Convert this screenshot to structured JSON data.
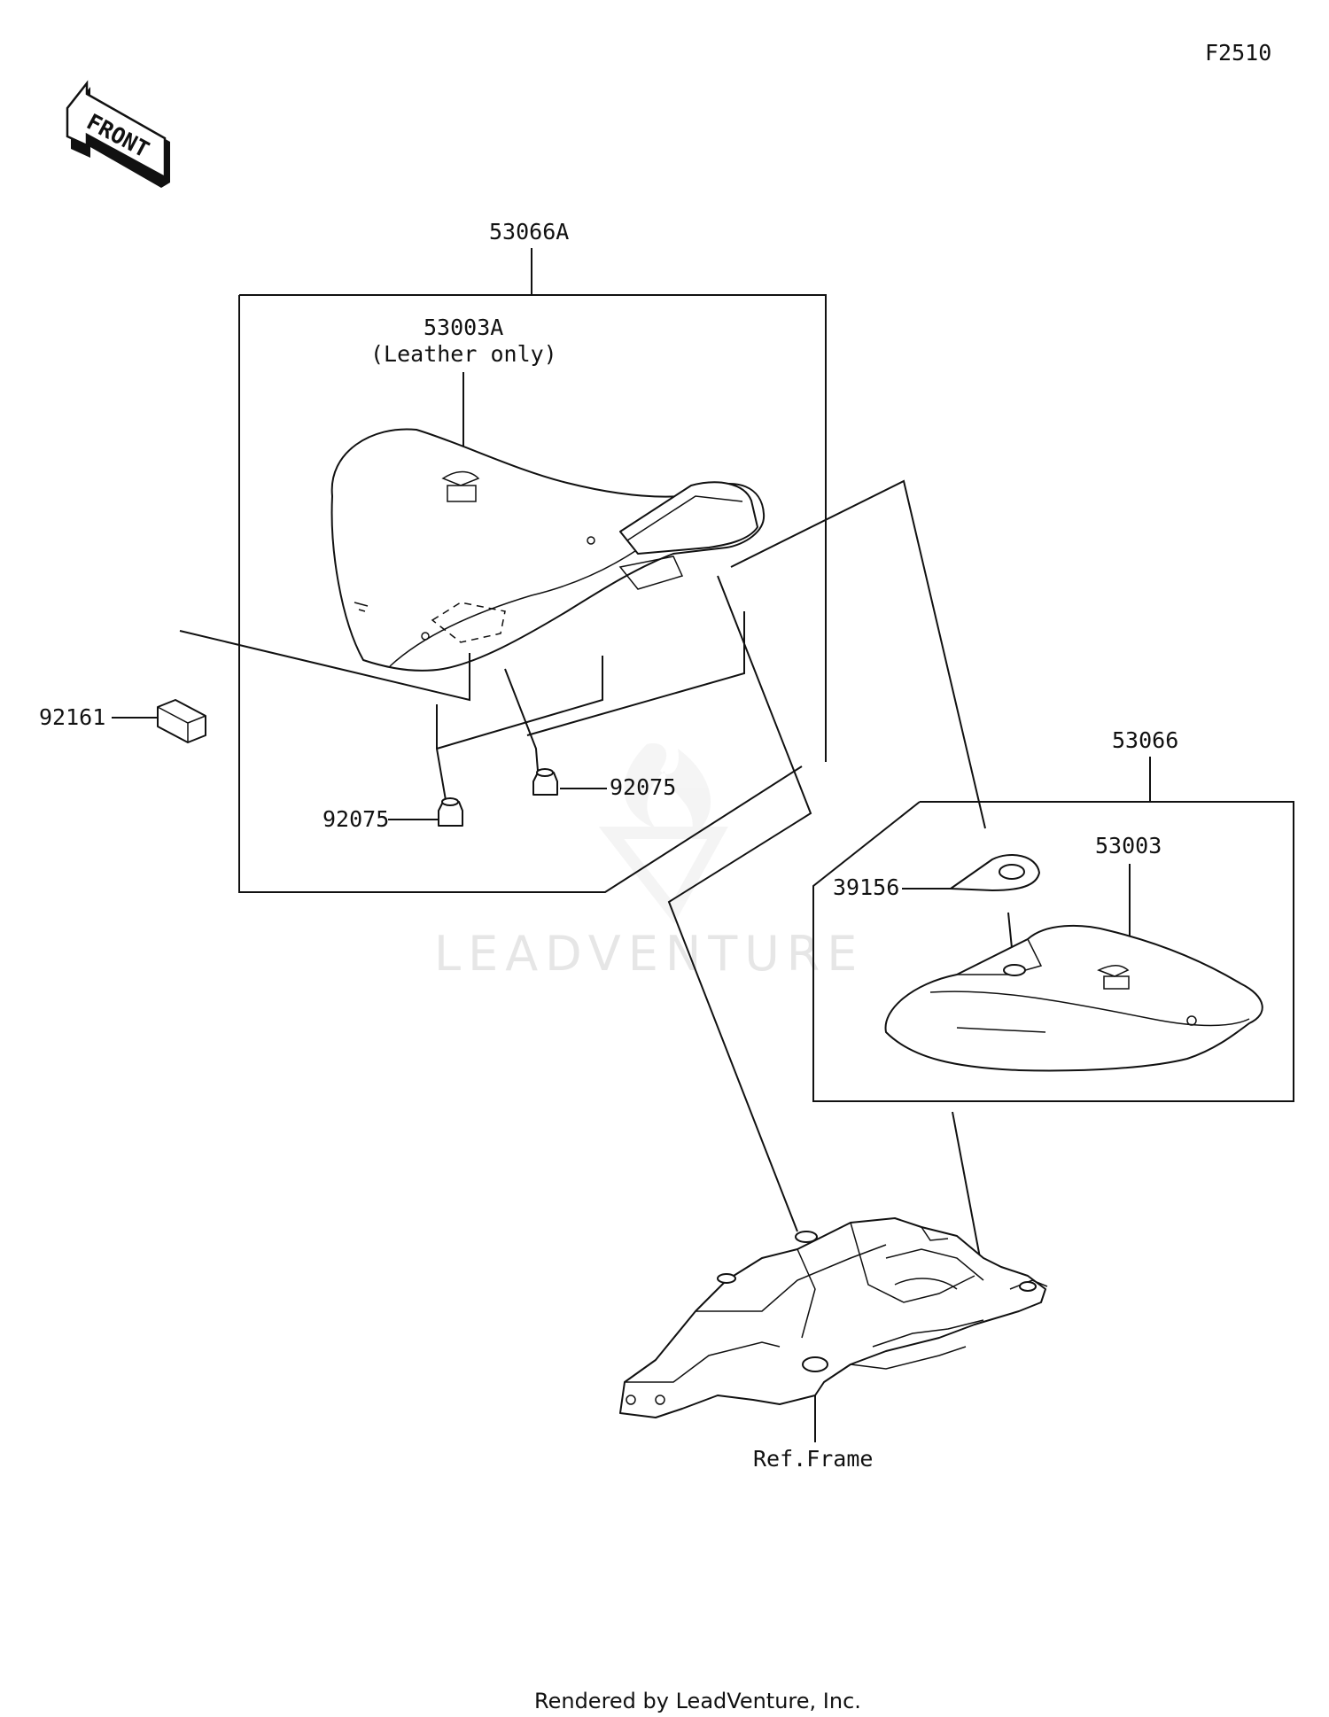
{
  "figure_code": "F2510",
  "front_indicator": "FRONT",
  "watermark": "LEADVENTURE",
  "assemblies": {
    "rider_seat": {
      "part_number": "53066A",
      "cover_part_number": "53003A",
      "cover_note": "(Leather only)"
    },
    "passenger_seat": {
      "part_number": "53066",
      "cover_part_number": "53003",
      "hook_part_number": "39156"
    }
  },
  "parts": {
    "pad": "92161",
    "damper_left": "92075",
    "damper_right": "92075"
  },
  "reference": "Ref.Frame",
  "footer": "Rendered by LeadVenture, Inc."
}
